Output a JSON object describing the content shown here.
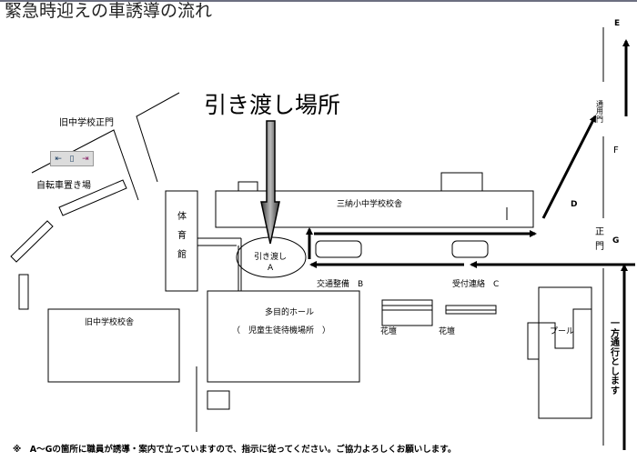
{
  "title": "緊急時迎えの車誘導の流れ",
  "handover_place": "引き渡し場所",
  "labels": {
    "old_gate": "旧中学校正門",
    "bike": "自転車置き場",
    "gym": "体育館",
    "school": "三納小中学校校舎",
    "handover": "引き渡し",
    "a": "A",
    "traffic": "交通整備　B",
    "reception": "受付連絡　C",
    "hall": "多目的ホール",
    "hall_sub": "（　児童生徒待機場所　）",
    "old_school": "旧中学校校舎",
    "flower1": "花壇",
    "flower2": "花壇",
    "pool": "プール",
    "e": "E",
    "f": "F",
    "d": "D",
    "g": "G",
    "side_gate": "通用門",
    "main_gate": "正門",
    "one_way": "一方通行とします"
  },
  "widget": {
    "left": "⇤",
    "mid": "▯",
    "right": "⇥"
  },
  "footer": "※　A～Gの箇所に職員が誘導・案内で立っていますので、指示に従ってください。ご協力よろしくお願いします。"
}
